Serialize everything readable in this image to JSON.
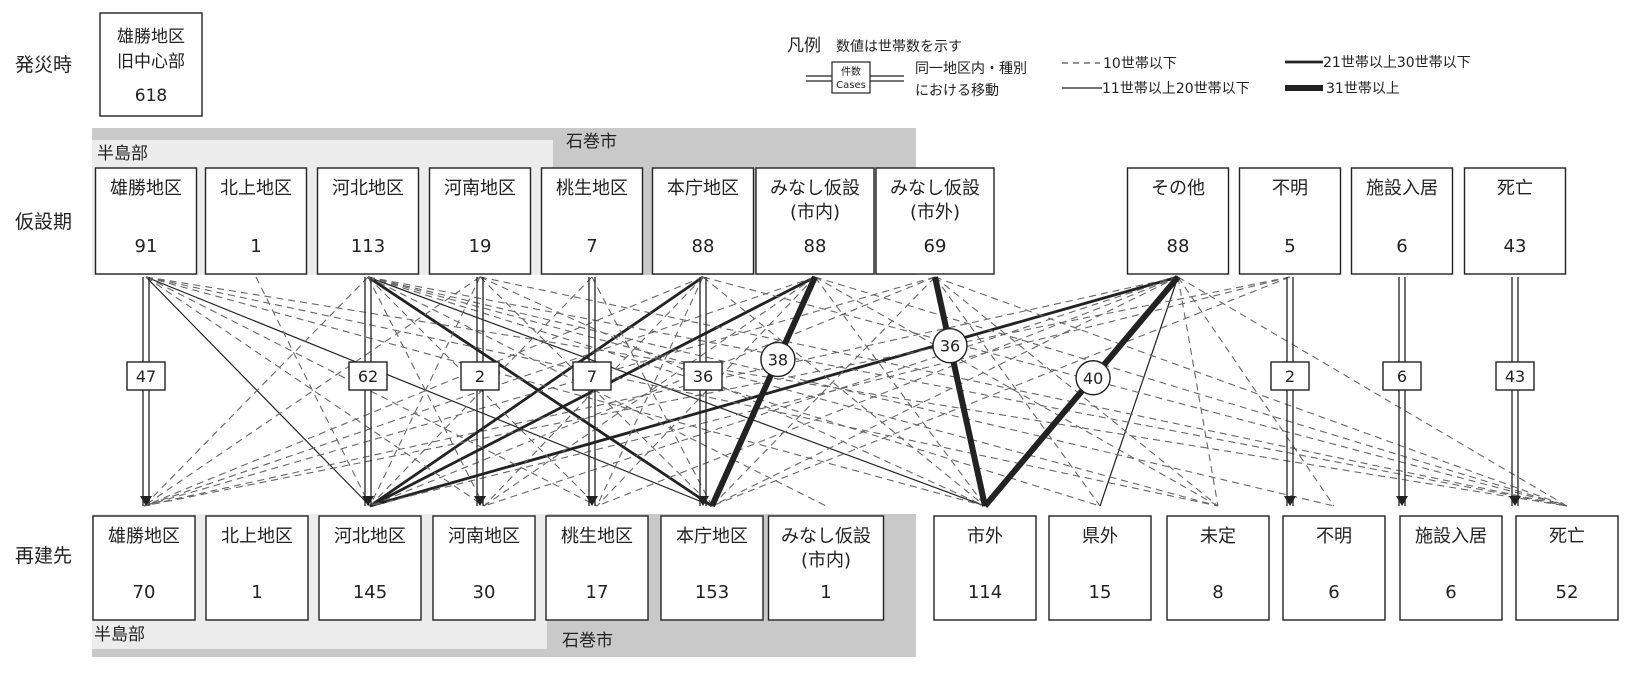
{
  "stage_labels": {
    "origin": "発災時",
    "temporary": "仮設期",
    "rebuild": "再建先"
  },
  "origin": {
    "name_line1": "雄勝地区",
    "name_line2": "旧中心部",
    "value": "618"
  },
  "group_labels": {
    "hanto_top": "半島部",
    "ishinomaki_top": "石巻市",
    "hanto_bottom": "半島部",
    "ishinomaki_bottom": "石巻市"
  },
  "legend": {
    "title": "凡例",
    "note": "数値は世帯数を示す",
    "box_line1": "件数",
    "box_line2": "Cases",
    "same_area_line1": "同一地区内・種別",
    "same_area_line2": "における移動",
    "thin_dashed": "10世帯以下",
    "thin_solid": "11世帯以上20世帯以下",
    "medium_solid": "21世帯以上30世帯以下",
    "thick_solid": "31世帯以上"
  },
  "temporary_nodes": [
    {
      "id": "t_ogatsu",
      "line1": "雄勝地区",
      "line2": "",
      "value": "91"
    },
    {
      "id": "t_kitakami",
      "line1": "北上地区",
      "line2": "",
      "value": "1"
    },
    {
      "id": "t_kahoku",
      "line1": "河北地区",
      "line2": "",
      "value": "113"
    },
    {
      "id": "t_kanan",
      "line1": "河南地区",
      "line2": "",
      "value": "19"
    },
    {
      "id": "t_monou",
      "line1": "桃生地区",
      "line2": "",
      "value": "7"
    },
    {
      "id": "t_honcho",
      "line1": "本庁地区",
      "line2": "",
      "value": "88"
    },
    {
      "id": "t_minashi_in",
      "line1": "みなし仮設",
      "line2": "(市内)",
      "value": "88"
    },
    {
      "id": "t_minashi_out",
      "line1": "みなし仮設",
      "line2": "(市外)",
      "value": "69"
    },
    {
      "id": "t_other",
      "line1": "その他",
      "line2": "",
      "value": "88"
    },
    {
      "id": "t_unknown",
      "line1": "不明",
      "line2": "",
      "value": "5"
    },
    {
      "id": "t_facility",
      "line1": "施設入居",
      "line2": "",
      "value": "6"
    },
    {
      "id": "t_death",
      "line1": "死亡",
      "line2": "",
      "value": "43"
    }
  ],
  "rebuild_nodes": [
    {
      "id": "r_ogatsu",
      "line1": "雄勝地区",
      "line2": "",
      "value": "70"
    },
    {
      "id": "r_kitakami",
      "line1": "北上地区",
      "line2": "",
      "value": "1"
    },
    {
      "id": "r_kahoku",
      "line1": "河北地区",
      "line2": "",
      "value": "145"
    },
    {
      "id": "r_kanan",
      "line1": "河南地区",
      "line2": "",
      "value": "30"
    },
    {
      "id": "r_monou",
      "line1": "桃生地区",
      "line2": "",
      "value": "17"
    },
    {
      "id": "r_honcho",
      "line1": "本庁地区",
      "line2": "",
      "value": "153"
    },
    {
      "id": "r_minashi_in",
      "line1": "みなし仮設",
      "line2": "(市内)",
      "value": "1"
    },
    {
      "id": "r_outside_city",
      "line1": "市外",
      "line2": "",
      "value": "114"
    },
    {
      "id": "r_outside_pref",
      "line1": "県外",
      "line2": "",
      "value": "15"
    },
    {
      "id": "r_undecided",
      "line1": "未定",
      "line2": "",
      "value": "8"
    },
    {
      "id": "r_unknown",
      "line1": "不明",
      "line2": "",
      "value": "6"
    },
    {
      "id": "r_facility",
      "line1": "施設入居",
      "line2": "",
      "value": "6"
    },
    {
      "id": "r_death",
      "line1": "死亡",
      "line2": "",
      "value": "52"
    }
  ],
  "same_area_flows": [
    {
      "from": "t_ogatsu",
      "to": "r_ogatsu",
      "value": "47"
    },
    {
      "from": "t_kahoku",
      "to": "r_kahoku",
      "value": "62"
    },
    {
      "from": "t_kanan",
      "to": "r_kanan",
      "value": "2"
    },
    {
      "from": "t_monou",
      "to": "r_monou",
      "value": "7"
    },
    {
      "from": "t_honcho",
      "to": "r_honcho",
      "value": "36"
    },
    {
      "from": "t_unknown",
      "to": "r_unknown",
      "value": "2"
    },
    {
      "from": "t_facility",
      "to": "r_facility",
      "value": "6"
    },
    {
      "from": "t_death",
      "to": "r_death",
      "value": "43"
    }
  ],
  "labeled_flows": [
    {
      "from": "t_minashi_in",
      "to": "r_honcho",
      "value": "38",
      "class": "thick"
    },
    {
      "from": "t_minashi_out",
      "to": "r_outside_city",
      "value": "36",
      "class": "thick"
    },
    {
      "from": "t_other",
      "to": "r_outside_city",
      "value": "40",
      "class": "thick"
    }
  ],
  "flows": [
    {
      "from": "t_kahoku",
      "to": "r_honcho",
      "class": "medium"
    },
    {
      "from": "t_honcho",
      "to": "r_kahoku",
      "class": "medium"
    },
    {
      "from": "t_minashi_in",
      "to": "r_kahoku",
      "class": "medium"
    },
    {
      "from": "t_other",
      "to": "r_kahoku",
      "class": "medium"
    },
    {
      "from": "t_ogatsu",
      "to": "r_kahoku",
      "class": "thin"
    },
    {
      "from": "t_ogatsu",
      "to": "r_honcho",
      "class": "thin"
    },
    {
      "from": "t_kahoku",
      "to": "r_outside_city",
      "class": "thin"
    },
    {
      "from": "t_other",
      "to": "r_outside_pref",
      "class": "thin"
    },
    {
      "from": "t_ogatsu",
      "to": "r_kanan",
      "class": "dashed"
    },
    {
      "from": "t_ogatsu",
      "to": "r_monou",
      "class": "dashed"
    },
    {
      "from": "t_ogatsu",
      "to": "r_outside_city",
      "class": "dashed"
    },
    {
      "from": "t_ogatsu",
      "to": "r_undecided",
      "class": "dashed"
    },
    {
      "from": "t_ogatsu",
      "to": "r_death",
      "class": "dashed"
    },
    {
      "from": "t_kitakami",
      "to": "r_kahoku",
      "class": "dashed"
    },
    {
      "from": "t_kahoku",
      "to": "r_ogatsu",
      "class": "dashed"
    },
    {
      "from": "t_kahoku",
      "to": "r_kanan",
      "class": "dashed"
    },
    {
      "from": "t_kahoku",
      "to": "r_monou",
      "class": "dashed"
    },
    {
      "from": "t_kahoku",
      "to": "r_minashi_in",
      "class": "dashed"
    },
    {
      "from": "t_kahoku",
      "to": "r_outside_pref",
      "class": "dashed"
    },
    {
      "from": "t_kahoku",
      "to": "r_undecided",
      "class": "dashed"
    },
    {
      "from": "t_kahoku",
      "to": "r_unknown",
      "class": "dashed"
    },
    {
      "from": "t_kahoku",
      "to": "r_death",
      "class": "dashed"
    },
    {
      "from": "t_kanan",
      "to": "r_ogatsu",
      "class": "dashed"
    },
    {
      "from": "t_kanan",
      "to": "r_kahoku",
      "class": "dashed"
    },
    {
      "from": "t_kanan",
      "to": "r_honcho",
      "class": "dashed"
    },
    {
      "from": "t_kanan",
      "to": "r_outside_city",
      "class": "dashed"
    },
    {
      "from": "t_kanan",
      "to": "r_death",
      "class": "dashed"
    },
    {
      "from": "t_monou",
      "to": "r_kahoku",
      "class": "dashed"
    },
    {
      "from": "t_monou",
      "to": "r_honcho",
      "class": "dashed"
    },
    {
      "from": "t_honcho",
      "to": "r_ogatsu",
      "class": "dashed"
    },
    {
      "from": "t_honcho",
      "to": "r_kanan",
      "class": "dashed"
    },
    {
      "from": "t_honcho",
      "to": "r_monou",
      "class": "dashed"
    },
    {
      "from": "t_honcho",
      "to": "r_outside_city",
      "class": "dashed"
    },
    {
      "from": "t_honcho",
      "to": "r_death",
      "class": "dashed"
    },
    {
      "from": "t_minashi_in",
      "to": "r_ogatsu",
      "class": "dashed"
    },
    {
      "from": "t_minashi_in",
      "to": "r_kanan",
      "class": "dashed"
    },
    {
      "from": "t_minashi_in",
      "to": "r_monou",
      "class": "dashed"
    },
    {
      "from": "t_minashi_in",
      "to": "r_outside_city",
      "class": "dashed"
    },
    {
      "from": "t_minashi_in",
      "to": "r_undecided",
      "class": "dashed"
    },
    {
      "from": "t_minashi_in",
      "to": "r_death",
      "class": "dashed"
    },
    {
      "from": "t_minashi_out",
      "to": "r_ogatsu",
      "class": "dashed"
    },
    {
      "from": "t_minashi_out",
      "to": "r_kahoku",
      "class": "dashed"
    },
    {
      "from": "t_minashi_out",
      "to": "r_honcho",
      "class": "dashed"
    },
    {
      "from": "t_minashi_out",
      "to": "r_outside_pref",
      "class": "dashed"
    },
    {
      "from": "t_minashi_out",
      "to": "r_undecided",
      "class": "dashed"
    },
    {
      "from": "t_minashi_out",
      "to": "r_death",
      "class": "dashed"
    },
    {
      "from": "t_other",
      "to": "r_ogatsu",
      "class": "dashed"
    },
    {
      "from": "t_other",
      "to": "r_kanan",
      "class": "dashed"
    },
    {
      "from": "t_other",
      "to": "r_monou",
      "class": "dashed"
    },
    {
      "from": "t_other",
      "to": "r_honcho",
      "class": "dashed"
    },
    {
      "from": "t_other",
      "to": "r_undecided",
      "class": "dashed"
    },
    {
      "from": "t_other",
      "to": "r_unknown",
      "class": "dashed"
    },
    {
      "from": "t_other",
      "to": "r_death",
      "class": "dashed"
    },
    {
      "from": "t_unknown",
      "to": "r_ogatsu",
      "class": "dashed"
    },
    {
      "from": "t_unknown",
      "to": "r_honcho",
      "class": "dashed"
    },
    {
      "from": "t_unknown",
      "to": "r_kahoku",
      "class": "dashed"
    }
  ]
}
